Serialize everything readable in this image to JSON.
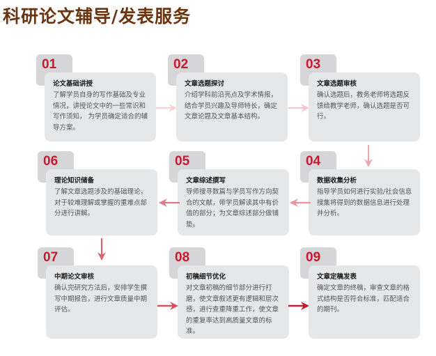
{
  "title": "科研论文辅导/发表服务",
  "colors": {
    "title": "#6b3410",
    "number": "#c8192e",
    "card_bg": "#e6e7e9",
    "tab_bg": "#d6d6d9",
    "arrow_light": "#f4c6cb",
    "arrow_mid": "#de7a84",
    "arrow_dark": "#c8192e"
  },
  "steps": [
    {
      "num": "01",
      "title": "论文基础讲授",
      "body": "了解学员自身的写作基础及专业情况，讲授论文中的一些常识和写作须知， 为学员确定适合的辅导方案。"
    },
    {
      "num": "02",
      "title": "文章选题探讨",
      "body": "介绍学科前沿亮点及学术情报，结合学员兴趣及导师特长，确定文章论题及文章基本结构。"
    },
    {
      "num": "03",
      "title": "文章选题审核",
      "body": "确认选题后，教务老师将选题反馈给教学老师，确认选题是否可行。"
    },
    {
      "num": "04",
      "title": "数据收集分析",
      "body": "指导学员如何进行实验/社会信息搜集将得到的数据信息进行处理并分析。"
    },
    {
      "num": "05",
      "title": "文章综述撰写",
      "body": "导师搜寻数篇与学员写作方向契合的文献，带学员解读其中有价值的部分；为文章综述部分做铺垫。"
    },
    {
      "num": "06",
      "title": "理论知识储备",
      "body": "了解文章选题涉及的基础理论，对于较难理解或掌握的重难点部分进行讲解。"
    },
    {
      "num": "07",
      "title": "中期论文审核",
      "body": "确认完研究方法后，安排学生撰写中期报告，进行文章质量中期评估。"
    },
    {
      "num": "08",
      "title": "初稿细节优化",
      "body": "对文章初稿的细节部分进行打磨，使文章叙述更有逻辑和层次感，进行查重降重工作，使文章的重复率达到高质量文章的标准。"
    },
    {
      "num": "09",
      "title": "文章定稿发表",
      "body": "确定文章的终稿，审查文章的格式结构是否符合标准，匹配适合的期刊。"
    }
  ],
  "flow_arrows": [
    {
      "from": "01",
      "to": "02",
      "direction": "right"
    },
    {
      "from": "02",
      "to": "03",
      "direction": "right"
    },
    {
      "from": "03",
      "to": "04",
      "direction": "down"
    },
    {
      "from": "04",
      "to": "05",
      "direction": "left"
    },
    {
      "from": "05",
      "to": "06",
      "direction": "left"
    },
    {
      "from": "06",
      "to": "07",
      "direction": "down"
    },
    {
      "from": "07",
      "to": "08",
      "direction": "right"
    },
    {
      "from": "08",
      "to": "09",
      "direction": "right"
    }
  ]
}
